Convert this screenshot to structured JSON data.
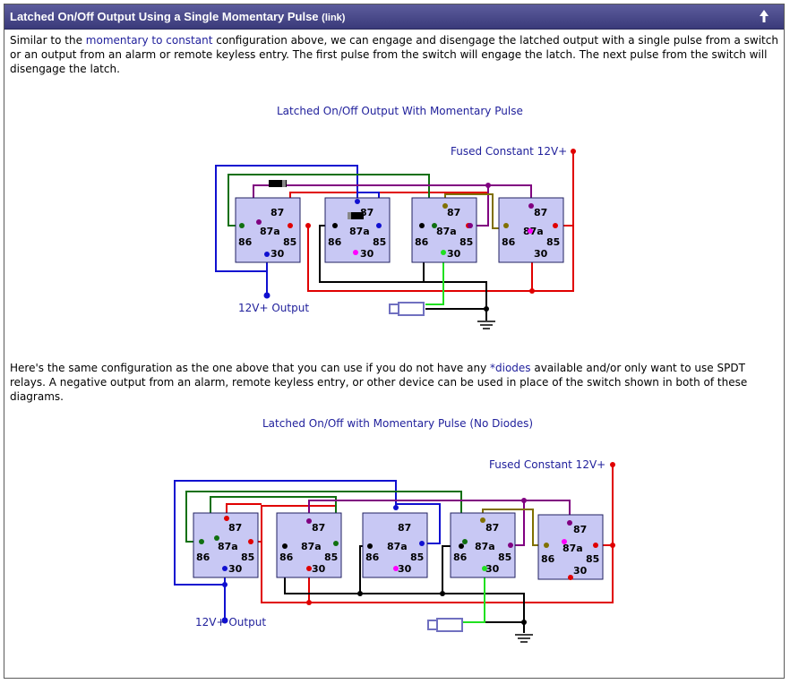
{
  "section": {
    "title": "Latched On/Off Output Using a Single Momentary Pulse",
    "title_link": "(link)",
    "up_icon": "up-arrow-icon"
  },
  "intro": {
    "before": "Similar to the ",
    "link": "momentary to constant",
    "after": " configuration above, we can engage and disengage the latched output with a single pulse from a switch or an output from an alarm or remote keyless entry. The first pulse from the switch will engage the latch. The next pulse from the switch will disengage the latch."
  },
  "diagram1": {
    "caption": "Latched On/Off Output With Momentary Pulse",
    "power_label": "Fused Constant 12V+",
    "output_label": "12V+ Output"
  },
  "second_para": {
    "before": "Here's the same configuration as the one above that you can use if you do not have any ",
    "link": "*diodes",
    "after": " available and/or only want to use SPDT relays. A negative output from an alarm, remote keyless entry, or other device can be used in place of the switch shown in both of these diagrams."
  },
  "diagram2": {
    "caption": "Latched On/Off with Momentary Pulse (No Diodes)",
    "power_label": "Fused Constant 12V+",
    "output_label": "12V+ Output"
  },
  "relay_pins": {
    "p87": "87",
    "p87a": "87a",
    "p86": "86",
    "p85": "85",
    "p30": "30"
  },
  "colors": {
    "header": "#3a3a7a",
    "link": "#21219c",
    "relay_fill": "#c8c8f4",
    "wire_red": "#e00000",
    "wire_blue": "#1010d0",
    "wire_green": "#107010",
    "wire_purple": "#800080",
    "wire_olive": "#807000",
    "wire_black": "#000000",
    "wire_pink": "#ff00ff",
    "wire_lime": "#20e020",
    "wire_cyan": "#40c0ff"
  }
}
